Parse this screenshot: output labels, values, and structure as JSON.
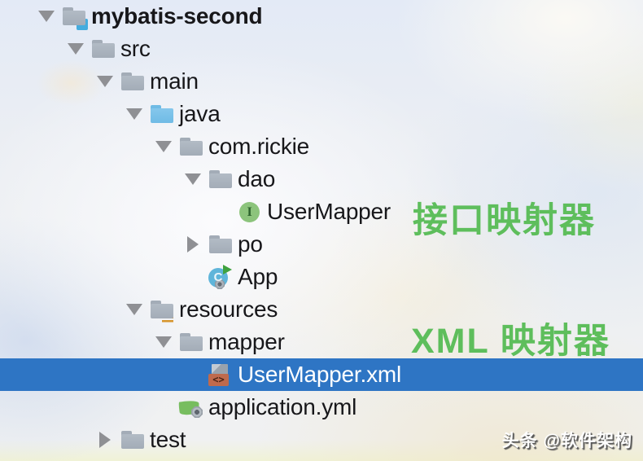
{
  "window": {
    "title": "project-tree",
    "app": "IntelliJ IDEA project view"
  },
  "tree": {
    "rows": [
      {
        "label": "mybatis-second",
        "depth": 0,
        "arrow": "expanded",
        "icon": "project-folder-icon",
        "bold": true,
        "selected": false
      },
      {
        "label": "src",
        "depth": 1,
        "arrow": "expanded",
        "icon": "folder-icon",
        "bold": false,
        "selected": false
      },
      {
        "label": "main",
        "depth": 2,
        "arrow": "expanded",
        "icon": "folder-icon",
        "bold": false,
        "selected": false
      },
      {
        "label": "java",
        "depth": 3,
        "arrow": "expanded",
        "icon": "source-root-folder-icon",
        "bold": false,
        "selected": false
      },
      {
        "label": "com.rickie",
        "depth": 4,
        "arrow": "expanded",
        "icon": "package-folder-icon",
        "bold": false,
        "selected": false
      },
      {
        "label": "dao",
        "depth": 5,
        "arrow": "expanded",
        "icon": "package-folder-icon",
        "bold": false,
        "selected": false
      },
      {
        "label": "UserMapper",
        "depth": 6,
        "arrow": "none",
        "icon": "interface-icon",
        "bold": false,
        "selected": false
      },
      {
        "label": "po",
        "depth": 5,
        "arrow": "collapsed",
        "icon": "package-folder-icon",
        "bold": false,
        "selected": false
      },
      {
        "label": "App",
        "depth": 5,
        "arrow": "none",
        "icon": "runnable-class-icon",
        "bold": false,
        "selected": false
      },
      {
        "label": "resources",
        "depth": 3,
        "arrow": "expanded",
        "icon": "resources-folder-icon",
        "bold": false,
        "selected": false
      },
      {
        "label": "mapper",
        "depth": 4,
        "arrow": "expanded",
        "icon": "folder-icon",
        "bold": false,
        "selected": false
      },
      {
        "label": "UserMapper.xml",
        "depth": 5,
        "arrow": "none",
        "icon": "xml-file-icon",
        "bold": false,
        "selected": true
      },
      {
        "label": "application.yml",
        "depth": 4,
        "arrow": "none",
        "icon": "spring-config-icon",
        "bold": false,
        "selected": false
      },
      {
        "label": "test",
        "depth": 2,
        "arrow": "collapsed",
        "icon": "folder-icon",
        "bold": false,
        "selected": false
      }
    ]
  },
  "annotations": {
    "interface_mapper": "接口映射器",
    "xml_mapper": "XML 映射器"
  },
  "watermark": {
    "text": "头条 @软件架构"
  },
  "colors": {
    "selection_blue": "#2E75C4",
    "annotation_green": "#5EBE5C",
    "tree_text": "#17171A",
    "selected_text": "#FFFFFF",
    "folder_gray": "#A3ACB7",
    "source_folder_blue": "#6FBBE5",
    "project_badge_blue": "#45ACDE",
    "resources_badge_amber": "#D6952B",
    "interface_green": "#8CC47C",
    "runnable_class_blue": "#5FB5DA",
    "xml_tag_orange": "#BF6A4D",
    "spring_leaf_green": "#77BD5F",
    "watermark_text": "#FFFFFF"
  }
}
